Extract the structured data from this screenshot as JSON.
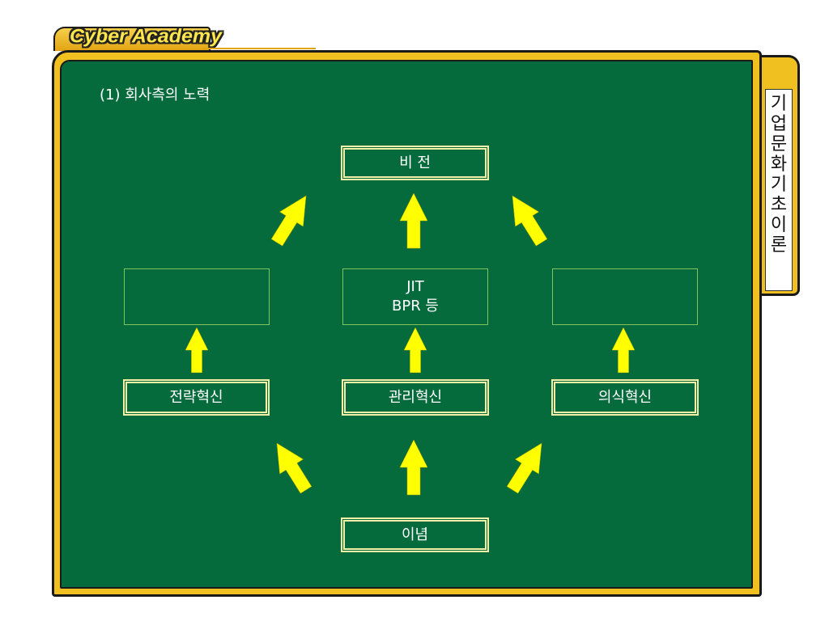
{
  "header": {
    "logo_text": "Cyber Academy"
  },
  "sidebar": {
    "title": "기\n업\n문\n화\n기\n초\n이\n론"
  },
  "slide": {
    "heading": "(1) 회사측의 노력",
    "top_box": "비 전",
    "middle_left_box": "",
    "middle_center_box": "JIT\nBPR 등",
    "middle_right_box": "",
    "innovation_left": "전략혁신",
    "innovation_center": "관리혁신",
    "innovation_right": "의식혁신",
    "bottom_box": "이념"
  },
  "colors": {
    "board": "#066b3c",
    "frame": "#f0c020",
    "arrow": "#ffff00",
    "box_border": "#f4f0a8"
  }
}
